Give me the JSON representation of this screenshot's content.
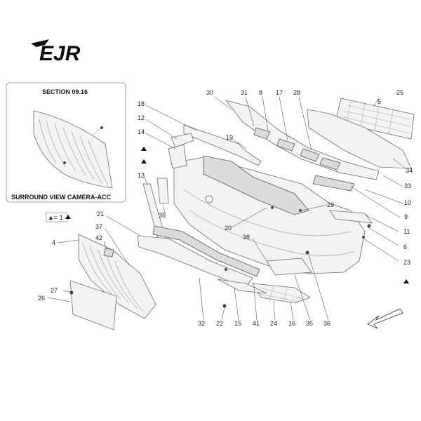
{
  "logo": {
    "text": "EJR"
  },
  "inset": {
    "title": "SECTION 09.16",
    "caption": "SURROUND VIEW CAMERA-ACC"
  },
  "legend": {
    "text": "▲= 1"
  },
  "callouts": [
    "30",
    "31",
    "8",
    "17",
    "28",
    "25",
    "5",
    "18",
    "12",
    "14",
    "19",
    "13",
    "34",
    "33",
    "10",
    "9",
    "29",
    "35",
    "20",
    "11",
    "6",
    "38",
    "23",
    "21",
    "37",
    "4",
    "42",
    "27",
    "26",
    "32",
    "22",
    "15",
    "41",
    "24",
    "16",
    "35",
    "36"
  ]
}
